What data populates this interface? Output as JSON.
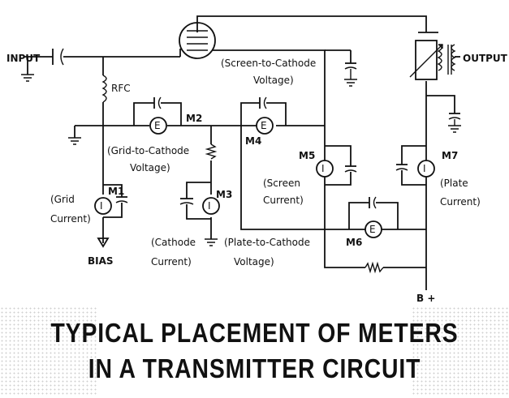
{
  "labels": {
    "input": "INPUT",
    "output": "OUTPUT",
    "rfc": "RFC",
    "screen_to_cathode_1": "(Screen-to-Cathode",
    "screen_to_cathode_2": "Voltage)",
    "grid_to_cathode_1": "(Grid-to-Cathode",
    "grid_to_cathode_2": "Voltage)",
    "grid_current_1": "(Grid",
    "grid_current_2": "Current)",
    "cathode_current_1": "(Cathode",
    "cathode_current_2": "Current)",
    "screen_current_1": "(Screen",
    "screen_current_2": "Current)",
    "plate_current_1": "(Plate",
    "plate_current_2": "Current)",
    "plate_to_cathode_1": "(Plate-to-Cathode",
    "plate_to_cathode_2": "Voltage)",
    "bias": "BIAS",
    "b_plus": "B +"
  },
  "meters": {
    "m1": {
      "label": "M1",
      "symbol": "I"
    },
    "m2": {
      "label": "M2",
      "symbol": "E"
    },
    "m3": {
      "label": "M3",
      "symbol": "I"
    },
    "m4": {
      "label": "M4",
      "symbol": "E"
    },
    "m5": {
      "label": "M5",
      "symbol": "I"
    },
    "m6": {
      "label": "M6",
      "symbol": "E"
    },
    "m7": {
      "label": "M7",
      "symbol": "I"
    }
  },
  "caption": {
    "line1": "TYPICAL PLACEMENT OF METERS",
    "line2": "IN A TRANSMITTER CIRCUIT"
  }
}
